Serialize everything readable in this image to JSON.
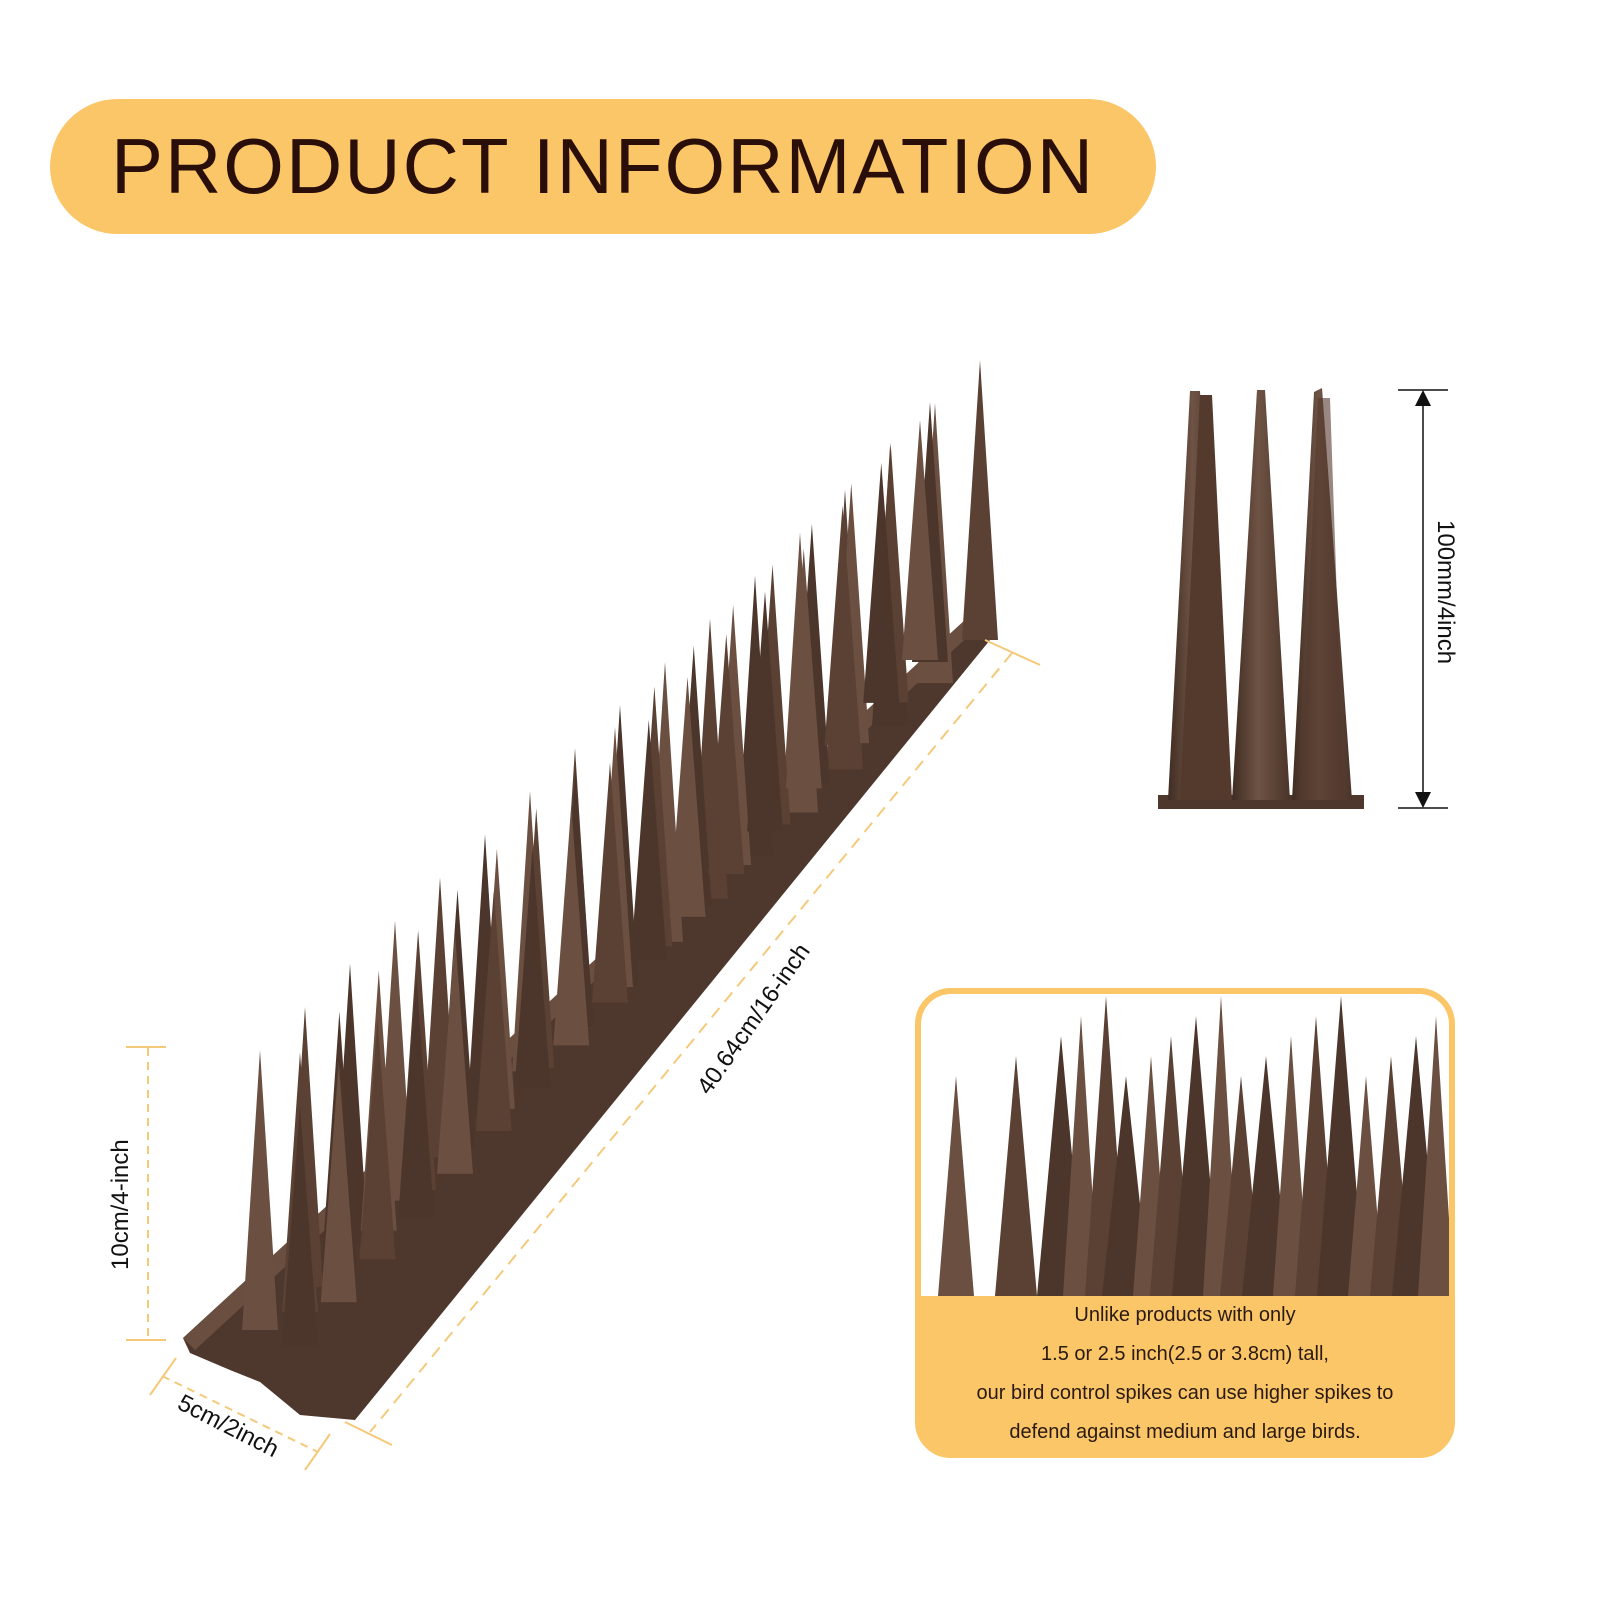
{
  "title": "PRODUCT INFORMATION",
  "colors": {
    "accent": "#fbc667",
    "spike": "#5e4537",
    "dim_line": "#f5c97a"
  },
  "dimensions": {
    "length": "40.64cm/16-inch",
    "height_main": "10cm/4-inch",
    "width": "5cm/2inch",
    "height_side": "100mm/4inch"
  },
  "info": {
    "lines": [
      "Unlike products with only",
      "1.5 or 2.5 inch(2.5 or 3.8cm) tall,",
      "our bird control spikes can use higher spikes to",
      "defend against medium and large birds."
    ]
  },
  "images": {
    "main": "bird-spike-strip",
    "side": "bird-spike-side-view",
    "closeup": "bird-spike-closeup"
  }
}
